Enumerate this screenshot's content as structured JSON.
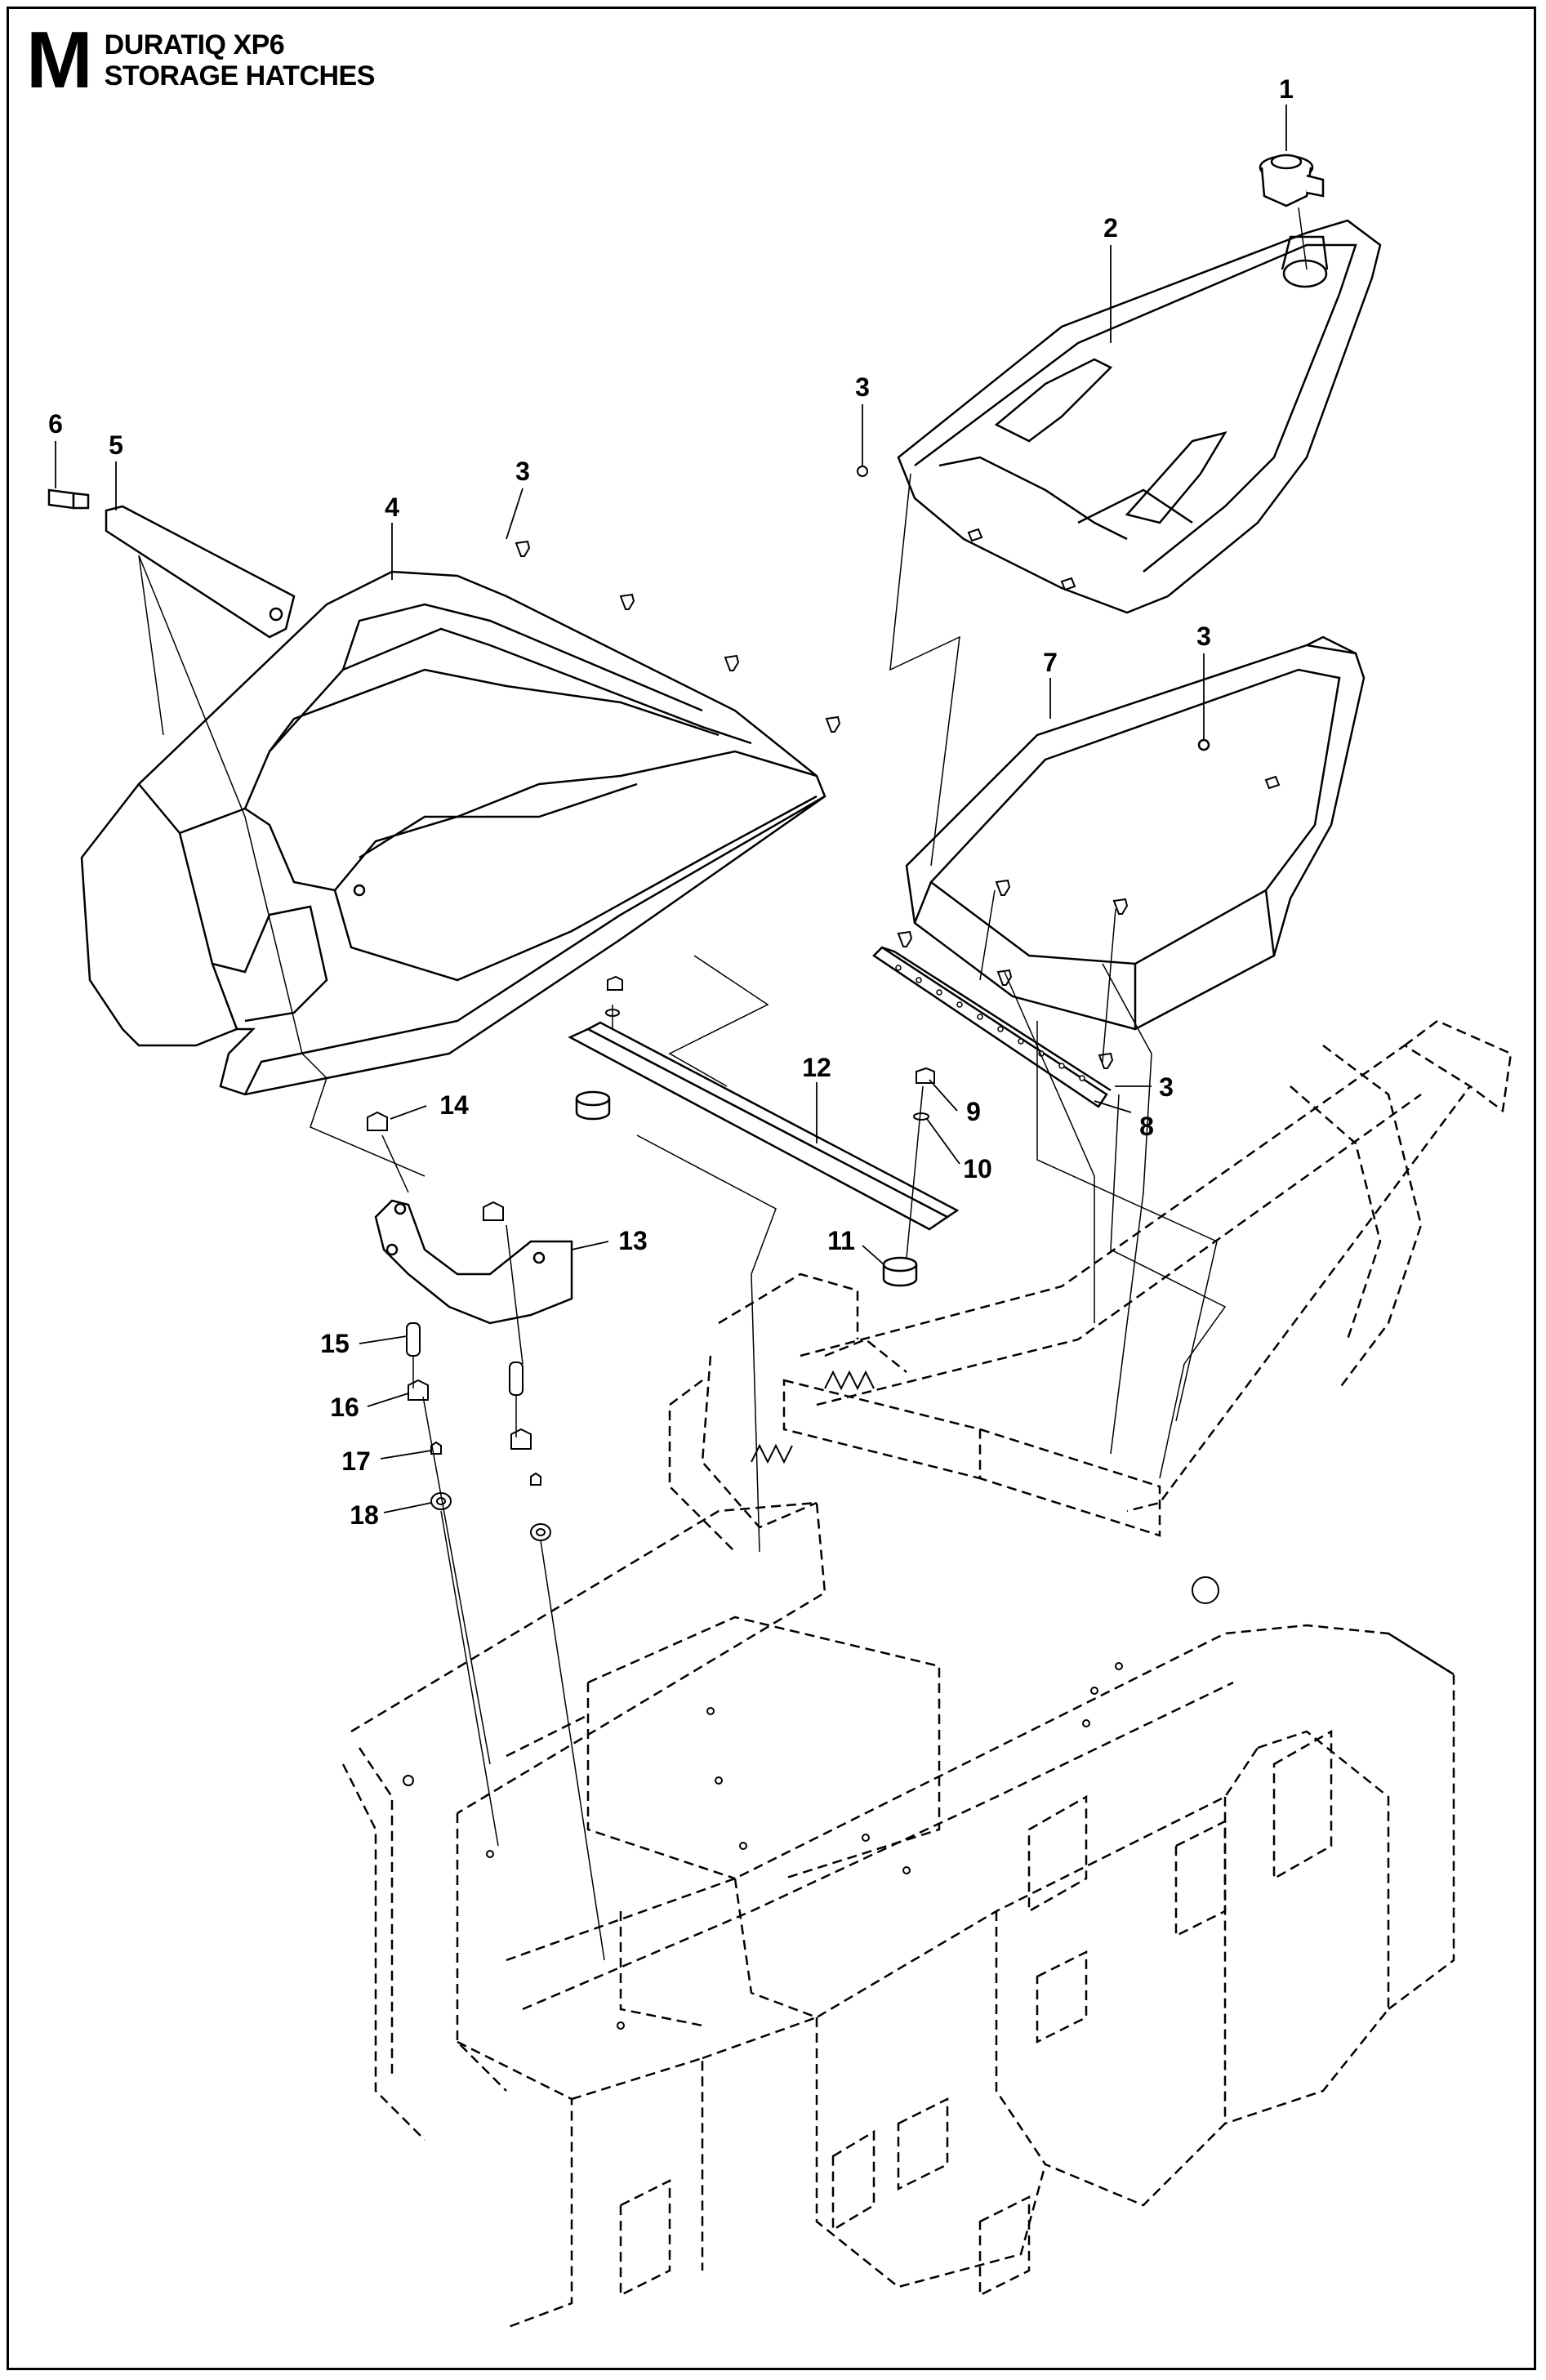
{
  "header": {
    "section_letter": "M",
    "model": "DURATIQ XP6",
    "section_title": "STORAGE HATCHES"
  },
  "callouts": {
    "c1": "1",
    "c2": "2",
    "c3a": "3",
    "c3b": "3",
    "c3c": "3",
    "c3d": "3",
    "c4": "4",
    "c5": "5",
    "c6": "6",
    "c7": "7",
    "c8": "8",
    "c9": "9",
    "c10": "10",
    "c11": "11",
    "c12": "12",
    "c13": "13",
    "c14": "14",
    "c15": "15",
    "c16": "16",
    "c17": "17",
    "c18": "18"
  }
}
